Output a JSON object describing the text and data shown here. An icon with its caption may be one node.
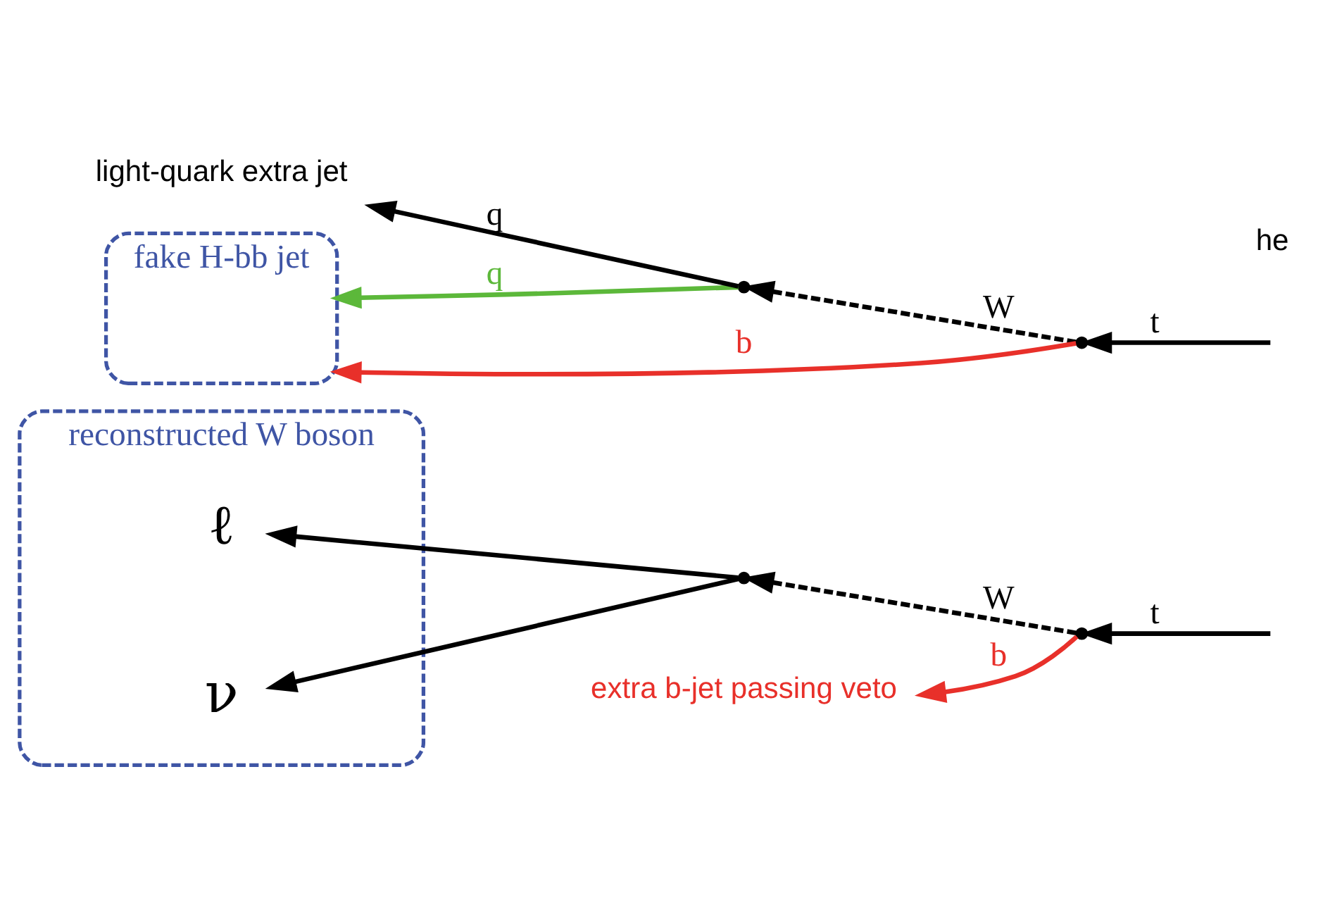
{
  "diagram": {
    "nodes": [
      {
        "text": [
          "reconstructed W boson"
        ]
      },
      {
        "text": [
          "ℓ"
        ],
        "in": 0
      },
      {
        "text": [
          "ν"
        ],
        "in": 0
      },
      {
        "text": [],
        "shape": "point"
      },
      {
        "text": [],
        "shape": "point"
      },
      {
        "text": [
          "extra b-jet passing veto"
        ]
      },
      {
        "text": [],
        "shape": "point"
      },
      {
        "text": [],
        "shape": "point"
      },
      {
        "text": [
          "fake H-bb jet"
        ]
      },
      {
        "text": [
          "light-quark extra jet"
        ]
      }
    ],
    "edges": [
      {
        "from": null,
        "to": 4,
        "arrow": "to",
        "label": "t"
      },
      {
        "from": null,
        "to": 6,
        "arrow": "to",
        "label": "t"
      },
      {
        "from": 4,
        "to": 3,
        "arrow": "to",
        "label": "W",
        "style": "dashed"
      },
      {
        "from": 3,
        "to": 1,
        "arrow": "to"
      },
      {
        "from": 3,
        "to": 2,
        "arrow": "to"
      },
      {
        "from": 4,
        "to": 5,
        "arrow": "to",
        "label": "b",
        "color": "#e8302a"
      },
      {
        "from": 6,
        "to": 7,
        "arrow": "to",
        "label": "W",
        "style": "dashed"
      },
      {
        "from": 6,
        "to": 8,
        "arrow": "to",
        "label": "b",
        "color": "#e8302a"
      },
      {
        "from": 7,
        "to": 8,
        "arrow": "to",
        "label": "q",
        "color": "#5cb83a"
      },
      {
        "from": 7,
        "to": 9,
        "arrow": "to",
        "label": "q"
      }
    ],
    "labels": [
      "he"
    ]
  }
}
